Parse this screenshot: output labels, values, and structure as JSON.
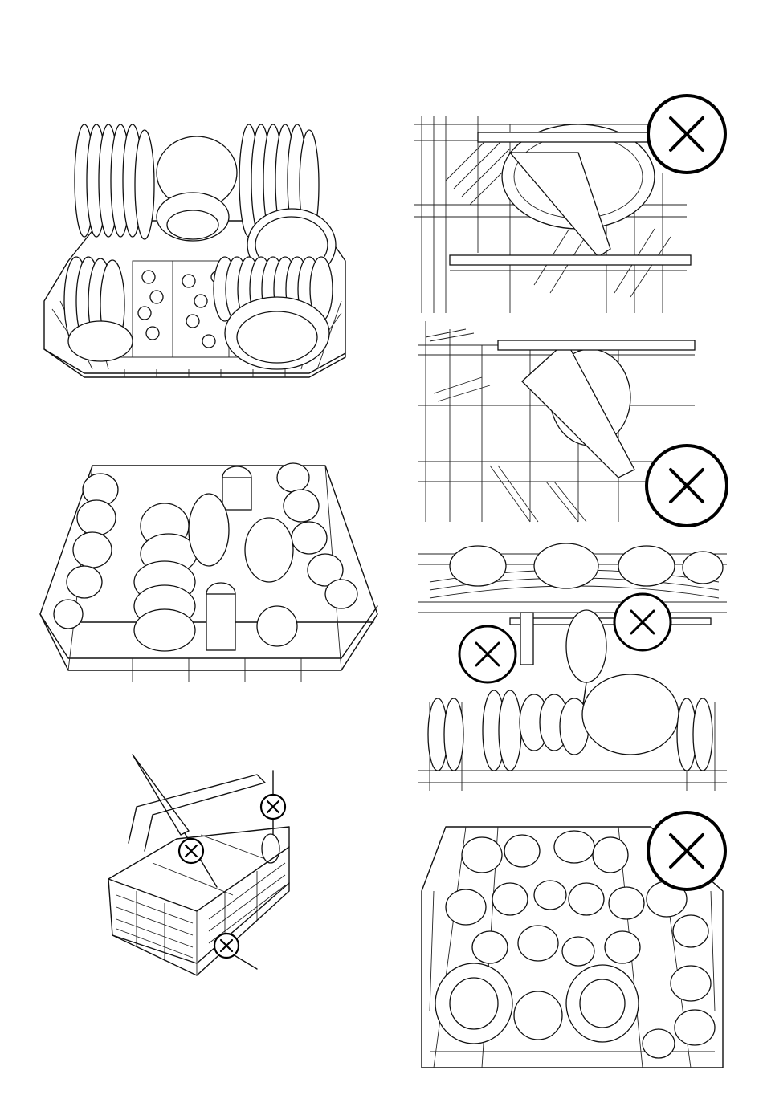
{
  "page": {
    "background": "#ffffff",
    "line_color": "#111111"
  },
  "illustrations": [
    {
      "id": "lower-basket-plates-correct",
      "icon": "lower-basket-icon",
      "marked_incorrect": false
    },
    {
      "id": "upper-basket-cups-correct",
      "icon": "upper-basket-icon",
      "marked_incorrect": false
    },
    {
      "id": "cutlery-basket-misuse",
      "icon": "cutlery-basket-icon",
      "incorrect_marks": 3
    },
    {
      "id": "large-plate-blocking-arm-1",
      "icon": "blocked-spray-arm-icon",
      "marked_incorrect": true
    },
    {
      "id": "large-plate-blocking-arm-2",
      "icon": "blocked-spray-arm-icon",
      "marked_incorrect": true
    },
    {
      "id": "items-hanging-through-rack",
      "icon": "hanging-items-icon",
      "incorrect_marks": 2
    },
    {
      "id": "overloaded-upper-basket",
      "icon": "overloaded-basket-icon",
      "marked_incorrect": true
    }
  ],
  "icons": {
    "incorrect": "x-circle-icon"
  }
}
